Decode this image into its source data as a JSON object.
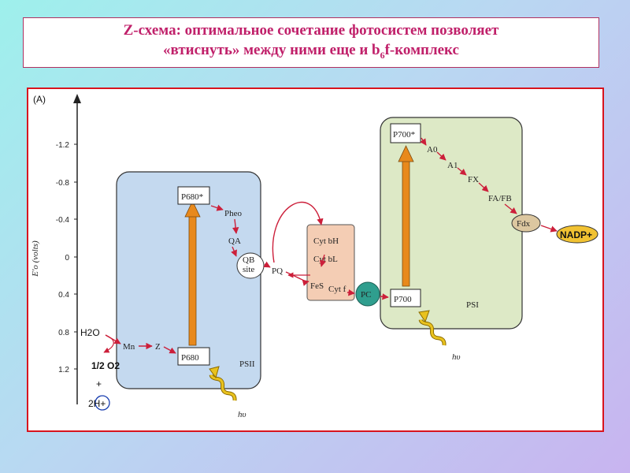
{
  "title": {
    "line1": "Z-схема: оптимальное сочетание фотосистем позволяет",
    "line2_pre": "«втиснуть» между ними еще и b",
    "line2_sub": "6",
    "line2_post": "f-комплекс"
  },
  "figure": {
    "panel_label": "(A)",
    "axis_label": "E'o (volts)",
    "y_ticks": [
      "-1.2",
      "-0.8",
      "-0.4",
      "0",
      "0.4",
      "0.8",
      "1.2"
    ],
    "psii_label": "PSII",
    "psi_label": "PSI",
    "p680_star": "P680*",
    "p680": "P680",
    "pheo": "Pheo",
    "qa": "QA",
    "qb_site": [
      "QB",
      "site"
    ],
    "pq": "PQ",
    "cytbh": "Cyt bH",
    "cytbl": "Cyt bL",
    "fes": "FeS",
    "cytf": "Cyt f",
    "pc": "PC",
    "p700": "P700",
    "p700_star": "P700*",
    "a0": "A0",
    "a1": "A1",
    "fx": "FX",
    "fafb": "FA/FB",
    "fdx": "Fdx",
    "nadp": "NADP+",
    "mn": "Mn",
    "z": "Z",
    "h2o": "H2O",
    "half_o2": "1/2 O2",
    "plus": "+",
    "two_h": "2H+",
    "hv": "hυ",
    "colors": {
      "psii_box": "#c4d9ef",
      "psi_box": "#dde9c6",
      "cyt_box": "#f4cdb4",
      "arrow_orange": "#e8891c",
      "arrow_red": "#cc1f3a",
      "photon": "#e9c21e",
      "pc": "#2f9e8e",
      "fdx": "#dcc7a0",
      "nadp": "#f1c232"
    }
  }
}
